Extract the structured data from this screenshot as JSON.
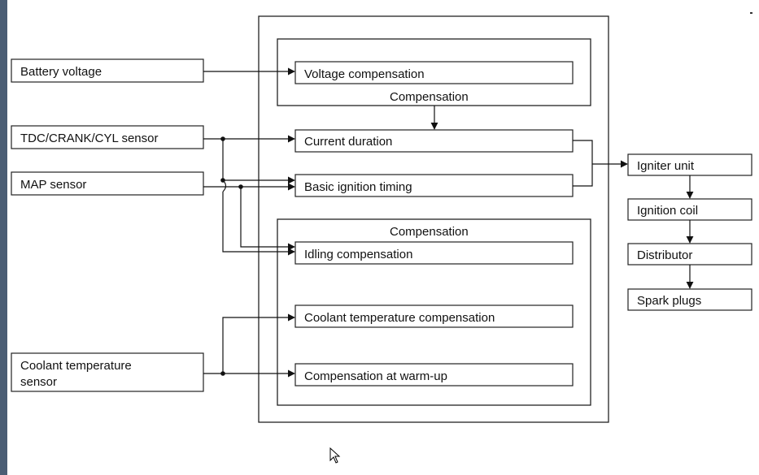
{
  "inputs": {
    "battery": "Battery voltage",
    "tdc": "TDC/CRANK/CYL sensor",
    "map": "MAP sensor",
    "coolant_line1": "Coolant temperature",
    "coolant_line2": "sensor"
  },
  "ecu": {
    "voltage_compensation": "Voltage compensation",
    "compensation_top": "Compensation",
    "current_duration": "Current duration",
    "basic_ignition_timing": "Basic ignition timing",
    "compensation_bottom": "Compensation",
    "idling_compensation": "Idling compensation",
    "coolant_temp_compensation": "Coolant temperature compensation",
    "compensation_warm_up": "Compensation at warm-up"
  },
  "outputs": {
    "igniter": "Igniter unit",
    "coil": "Ignition coil",
    "distributor": "Distributor",
    "spark_plugs": "Spark plugs"
  },
  "icons": {
    "cursor": "mouse-pointer-icon"
  }
}
